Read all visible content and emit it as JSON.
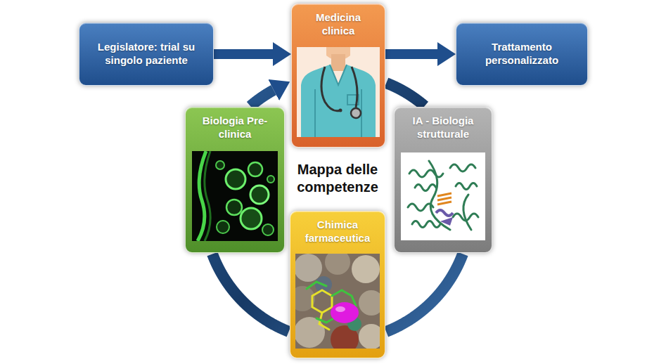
{
  "diagram": {
    "nodes": [
      {
        "text": [
          "Legislatore: trial su singolo paziente"
        ]
      },
      {
        "text": [
          "Medicina clinica"
        ]
      },
      {
        "text": [
          "Trattamento personalizzato"
        ]
      },
      {
        "text": [
          "Biologia Pre-clinica"
        ]
      },
      {
        "text": [
          "IA - Biologia strutturale"
        ]
      },
      {
        "text": [
          "Chimica farmaceutica"
        ]
      }
    ],
    "edges": [
      {
        "from": 0,
        "to": 1,
        "arrow": "to"
      },
      {
        "from": 1,
        "to": 2,
        "arrow": "to"
      },
      {
        "from": 1,
        "to": 4,
        "arrow": "none"
      },
      {
        "from": 4,
        "to": 5,
        "arrow": "none"
      },
      {
        "from": 5,
        "to": 3,
        "arrow": "none"
      },
      {
        "from": 3,
        "to": 1,
        "arrow": "to"
      }
    ],
    "labels": [
      "Mappa delle competenze"
    ]
  }
}
